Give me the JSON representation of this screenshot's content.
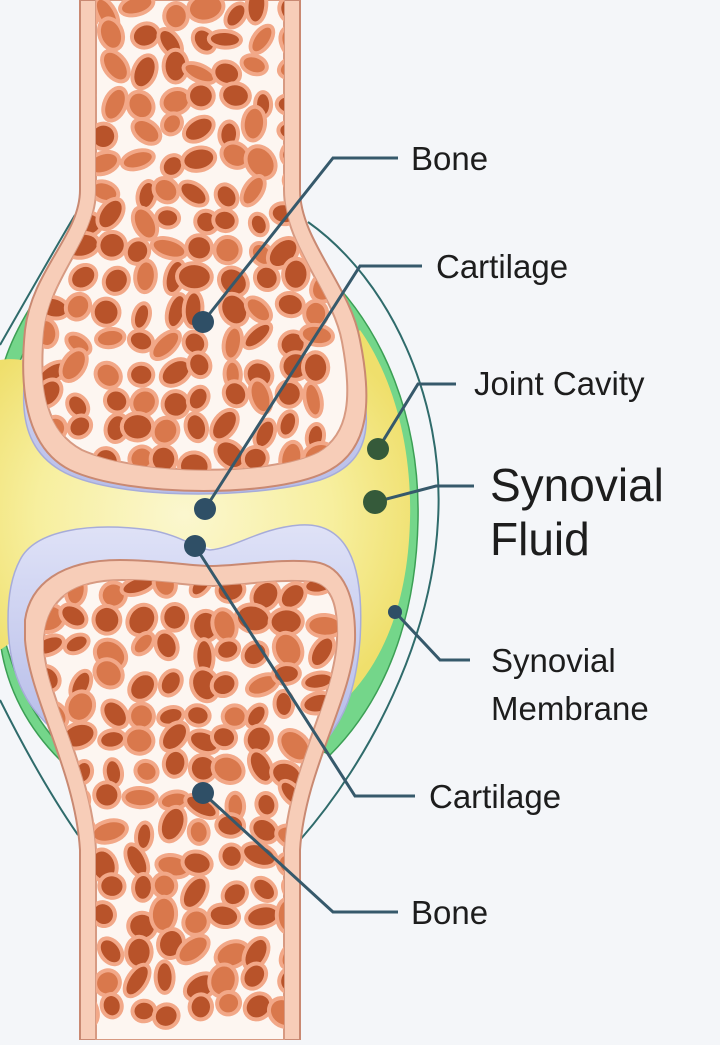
{
  "diagram": {
    "labels": {
      "bone_top": "Bone",
      "cartilage_top": "Cartilage",
      "joint_cavity": "Joint Cavity",
      "synovial_fluid": [
        "Synovial",
        "Fluid"
      ],
      "synovial_membrane": [
        "Synovial",
        "Membrane"
      ],
      "cartilage_bottom": "Cartilage",
      "bone_bottom": "Bone"
    },
    "colors": {
      "background": "#f4f6f9",
      "bone_outer": "#f7cdb8",
      "bone_edge": "#c98972",
      "bone_marrow": "#fdf6f1",
      "trabecula": "#f2a888",
      "pore": "#b8532a",
      "cartilage": "#c9cdef",
      "synovial_fluid": "#f6eb8e",
      "synovial_membrane": "#74d68a",
      "capsule_line": "#2f6b6b",
      "leader_line": "#36596b",
      "pointer_dot_blue": "#2f4f66",
      "pointer_dot_green": "#355a3a"
    }
  }
}
